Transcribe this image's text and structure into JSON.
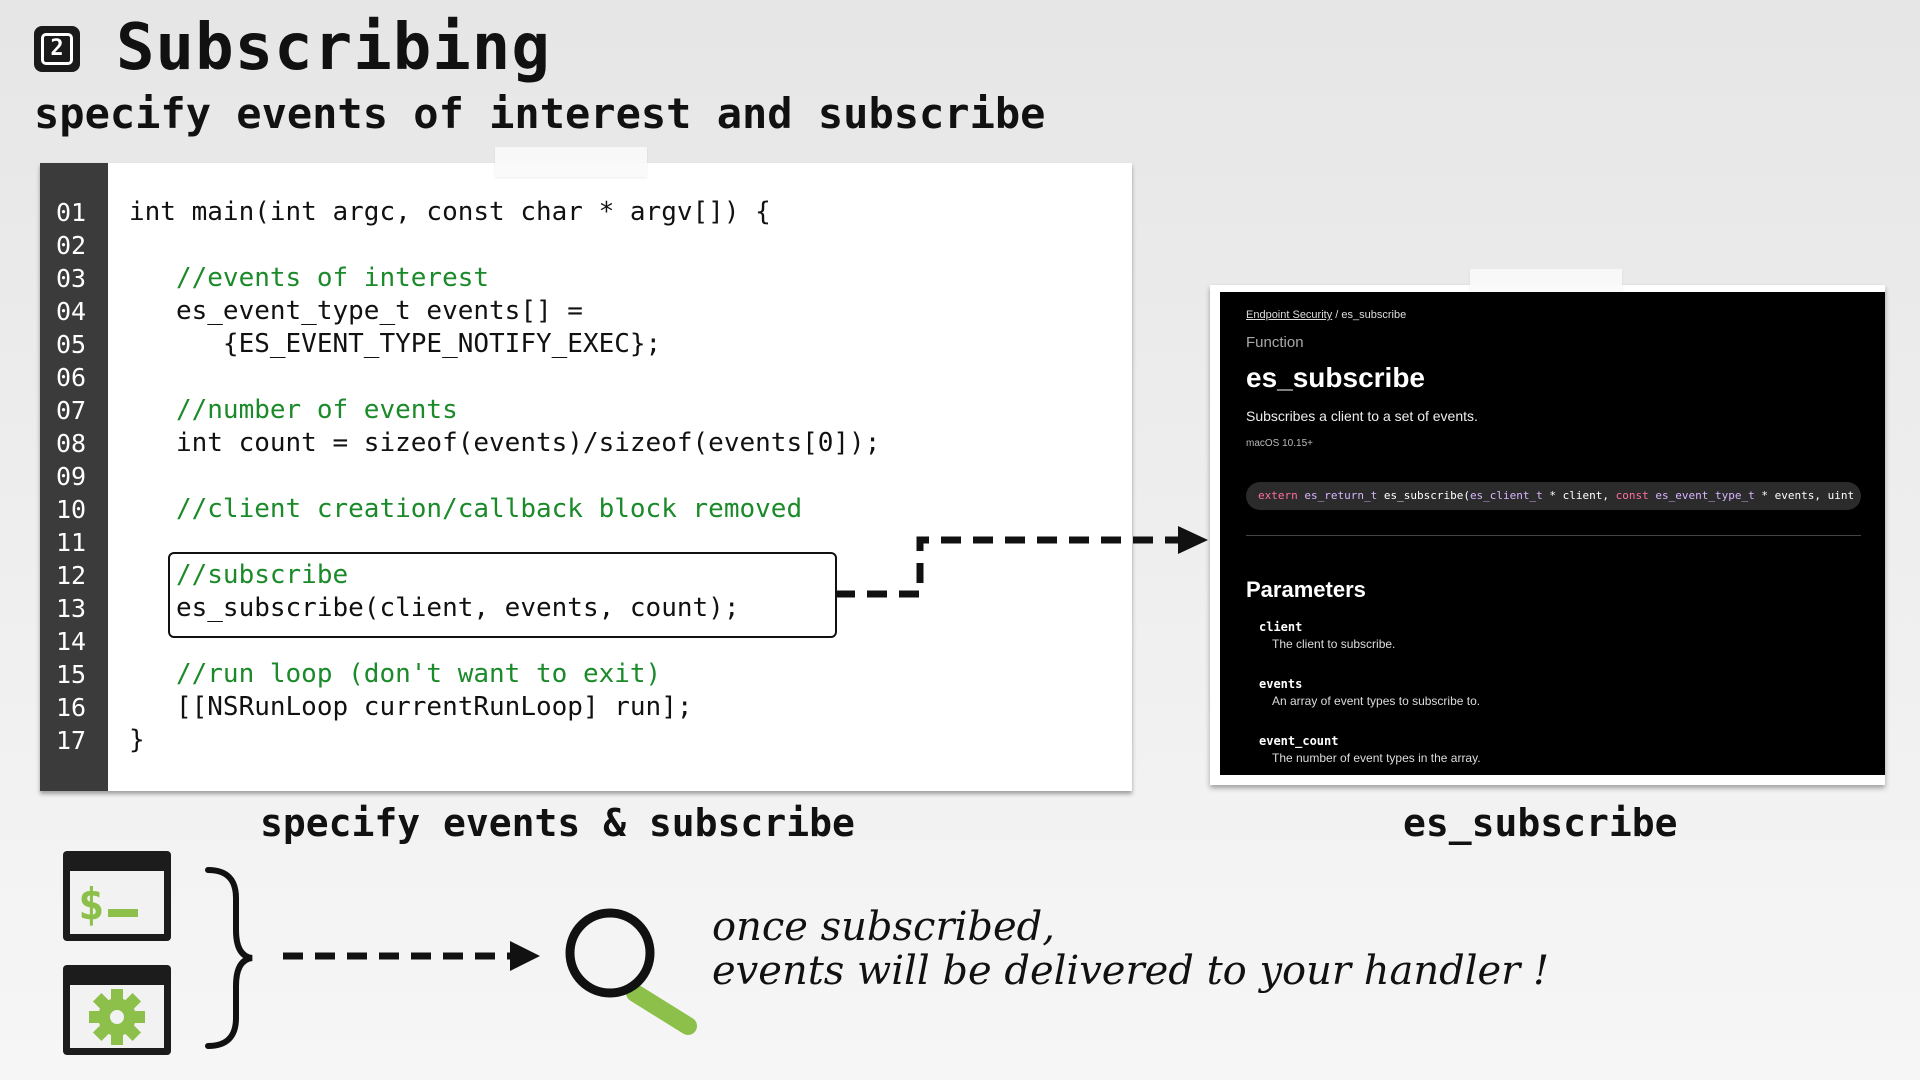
{
  "header": {
    "step_number": "2",
    "title": "Subscribing",
    "subtitle": "specify events of interest and subscribe"
  },
  "code": {
    "line_numbers": [
      "01",
      "02",
      "03",
      "04",
      "05",
      "06",
      "07",
      "08",
      "09",
      "10",
      "11",
      "12",
      "13",
      "14",
      "15",
      "16",
      "17"
    ],
    "lines": [
      {
        "text": "int main(int argc, const char * argv[]) {",
        "kind": "code"
      },
      {
        "text": "",
        "kind": "code"
      },
      {
        "text": "   //events of interest",
        "kind": "comment"
      },
      {
        "text": "   es_event_type_t events[] =",
        "kind": "code"
      },
      {
        "text": "      {ES_EVENT_TYPE_NOTIFY_EXEC};",
        "kind": "code"
      },
      {
        "text": "",
        "kind": "code"
      },
      {
        "text": "   //number of events",
        "kind": "comment"
      },
      {
        "text": "   int count = sizeof(events)/sizeof(events[0]);",
        "kind": "code"
      },
      {
        "text": "",
        "kind": "code"
      },
      {
        "text": "   //client creation/callback block removed",
        "kind": "comment"
      },
      {
        "text": "",
        "kind": "code"
      },
      {
        "text": "   //subscribe",
        "kind": "comment"
      },
      {
        "text": "   es_subscribe(client, events, count);",
        "kind": "code"
      },
      {
        "text": "",
        "kind": "code"
      },
      {
        "text": "   //run loop (don't want to exit)",
        "kind": "comment"
      },
      {
        "text": "   [[NSRunLoop currentRunLoop] run];",
        "kind": "code"
      },
      {
        "text": "}",
        "kind": "code"
      }
    ],
    "caption": "specify events & subscribe"
  },
  "doc": {
    "breadcrumb_parent": "Endpoint Security",
    "breadcrumb_sep": " / ",
    "breadcrumb_current": "es_subscribe",
    "kind": "Function",
    "name": "es_subscribe",
    "summary": "Subscribes a client to a set of events.",
    "platform": "macOS 10.15+",
    "declaration": {
      "kw1": "extern",
      "ret": " es_return_t ",
      "fn": "es_subscribe(",
      "t1": "es_client_t",
      "p1": " * client, ",
      "kw2": "const",
      "t2": " es_event_type_t",
      "p2": " * events, uint"
    },
    "params_title": "Parameters",
    "params": [
      {
        "name": "client",
        "desc": "The client to subscribe."
      },
      {
        "name": "events",
        "desc": "An array of event types to subscribe to."
      },
      {
        "name": "event_count",
        "desc": "The number of event types in the array."
      }
    ],
    "caption": "es_subscribe"
  },
  "bottom": {
    "line1": "once subscribed,",
    "line2": "events will be delivered to your handler !"
  },
  "colors": {
    "accent_green": "#8cc04b",
    "comment_green": "#1b8a2a",
    "gutter": "#3b3b3b"
  }
}
